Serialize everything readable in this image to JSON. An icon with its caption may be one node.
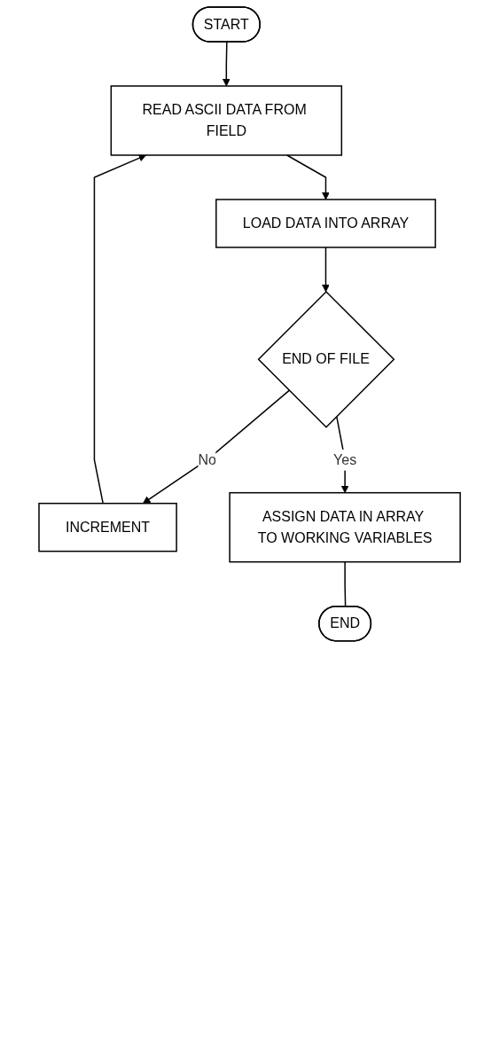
{
  "diagram": {
    "nodes": [
      {
        "text": [
          "START"
        ]
      },
      {
        "text": [
          "READ ASCII DATA FROM FIELD"
        ]
      },
      {
        "text": [
          "LOAD DATA INTO ARRAY"
        ]
      },
      {
        "text": [
          "END OF FILE"
        ]
      },
      {
        "text": [
          "INCREMENT"
        ]
      },
      {
        "text": [
          "ASSIGN DATA IN ARRAY TO WORKING VARIABLES"
        ]
      },
      {
        "text": [
          "END"
        ]
      }
    ],
    "edges": [
      {
        "from": 0,
        "to": 1,
        "arrow": "to"
      },
      {
        "from": 1,
        "to": 2,
        "arrow": "to"
      },
      {
        "from": 2,
        "to": 3,
        "arrow": "to"
      },
      {
        "from": 3,
        "to": 4,
        "arrow": "to",
        "label": "No"
      },
      {
        "from": 4,
        "to": 1,
        "arrow": "to"
      },
      {
        "from": 3,
        "to": 5,
        "arrow": "to",
        "label": "Yes"
      },
      {
        "from": 5,
        "to": 6,
        "arrow": "none"
      }
    ]
  }
}
